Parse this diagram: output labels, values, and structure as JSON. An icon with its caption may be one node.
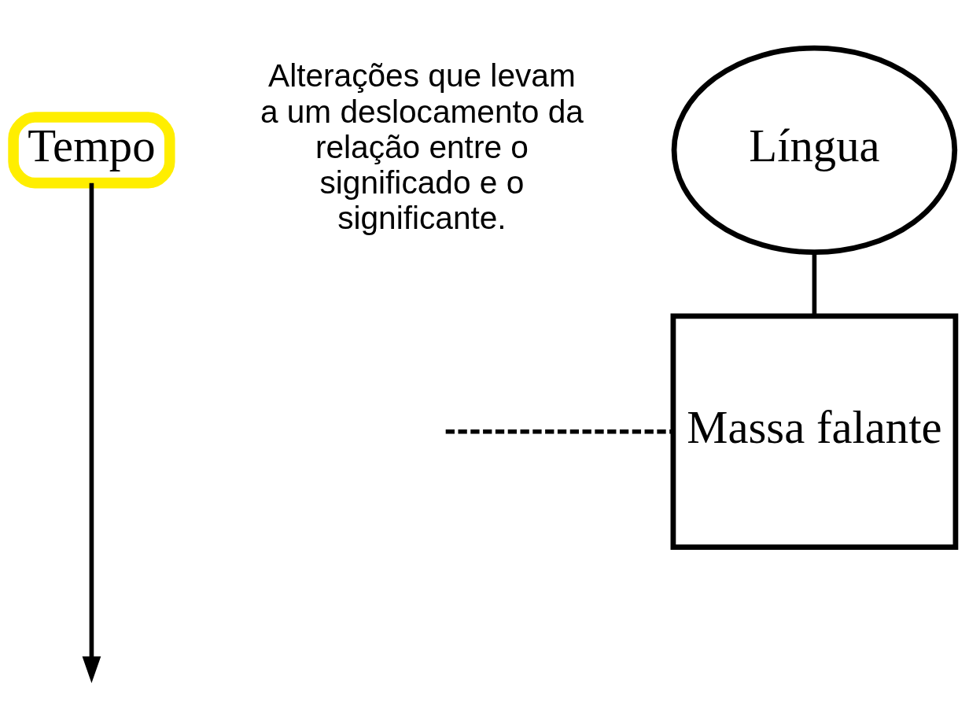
{
  "diagram": {
    "nodes": [
      {
        "text": [
          "Tempo"
        ]
      },
      {
        "text": [
          "Língua"
        ]
      },
      {
        "text": [
          "Massa falante"
        ]
      }
    ],
    "edges": [
      {
        "from": 0,
        "to": null,
        "arrow": "to"
      },
      {
        "from": 1,
        "to": 2,
        "arrow": "none"
      },
      {
        "from": null,
        "to": 2,
        "arrow": "none",
        "style": "dashed"
      }
    ],
    "labels": [
      "Alterações que levam a um deslocamento da relação entre o significado e o significante."
    ]
  }
}
